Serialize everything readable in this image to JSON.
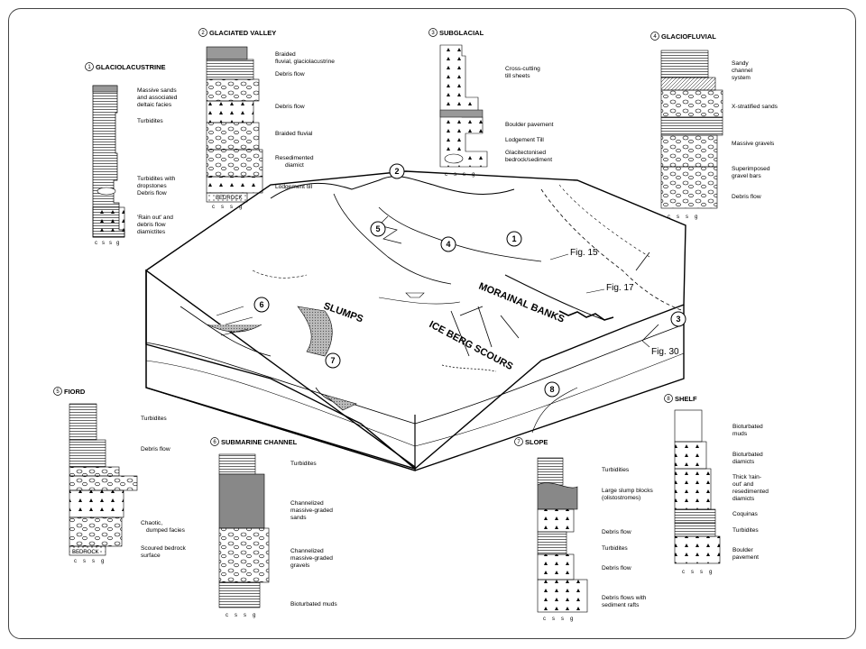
{
  "columns": {
    "c1": {
      "num": "1",
      "title": "GLACIOLACUSTRINE",
      "labels": [
        "Massive sands",
        "and associated",
        "deltaic facies",
        "Turbidites",
        "Turbidites with",
        "dropstones",
        "Debris flow",
        "'Rain out' and",
        "debris flow",
        "diamictites"
      ],
      "axis": [
        "c",
        "s",
        "s",
        "g"
      ]
    },
    "c2": {
      "num": "2",
      "title": "GLACIATED VALLEY",
      "labels": [
        "Braided",
        "fluvial, glaciolacustrine",
        "Debris flow",
        "Debris flow",
        "Braided fluvial",
        "Resedimented",
        "diamict",
        "Lodgement till"
      ],
      "bedrock": "BEDROCK",
      "axis": [
        "c",
        "s",
        "s",
        "g"
      ]
    },
    "c3": {
      "num": "3",
      "title": "SUBGLACIAL",
      "labels": [
        "Cross-cutting",
        "till sheets",
        "Boulder pavement",
        "Lodgement Till",
        "Glacitectonised",
        "bedrock/sediment"
      ],
      "axis": [
        "c",
        "s",
        "s",
        "g"
      ]
    },
    "c4": {
      "num": "4",
      "title": "GLACIOFLUVIAL",
      "labels": [
        "Sandy",
        "channel",
        "system",
        "X-stratified sands",
        "Massive gravels",
        "Superimposed",
        "gravel bars",
        "Debris flow"
      ],
      "axis": [
        "c",
        "s",
        "s",
        "g"
      ]
    },
    "c5": {
      "num": "5",
      "title": "FIORD",
      "labels": [
        "Turbidites",
        "Debris flow",
        "Chaotic,",
        "dumped facies",
        "Scoured bedrock",
        "surface"
      ],
      "bedrock": "BEDROCK",
      "axis": [
        "c",
        "s",
        "s",
        "g"
      ]
    },
    "c6": {
      "num": "6",
      "title": "SUBMARINE CHANNEL",
      "labels": [
        "Turbidites",
        "Channelized",
        "massive-graded",
        "sands",
        "Channelized",
        "massive-graded",
        "gravels",
        "Bioturbated muds"
      ],
      "axis": [
        "c",
        "s",
        "s",
        "g"
      ]
    },
    "c7": {
      "num": "7",
      "title": "SLOPE",
      "labels": [
        "Turbidities",
        "Large slump blocks",
        "(olistostromes)",
        "Debris flow",
        "Turbidites",
        "Debris flow",
        "Debris flows with",
        "sediment rafts"
      ],
      "axis": [
        "c",
        "s",
        "s",
        "g"
      ]
    },
    "c8": {
      "num": "8",
      "title": "SHELF",
      "labels": [
        "Bioturbated",
        "muds",
        "Bioturbated",
        "diamicts",
        "Thick 'rain-",
        "out' and",
        "resedimented",
        "diamicts",
        "Coquinas",
        "Turbidites",
        "Boulder",
        "pavement"
      ],
      "axis": [
        "c",
        "s",
        "s",
        "g"
      ]
    }
  },
  "block": {
    "labels": {
      "slumps": "SLUMPS",
      "morainal": "MORAINAL BANKS",
      "scours": "ICE BERG SCOURS"
    },
    "figs": {
      "f15": "Fig. 15",
      "f17": "Fig. 17",
      "f30": "Fig. 30"
    },
    "markers": [
      "1",
      "2",
      "3",
      "4",
      "5",
      "6",
      "7",
      "8"
    ]
  }
}
